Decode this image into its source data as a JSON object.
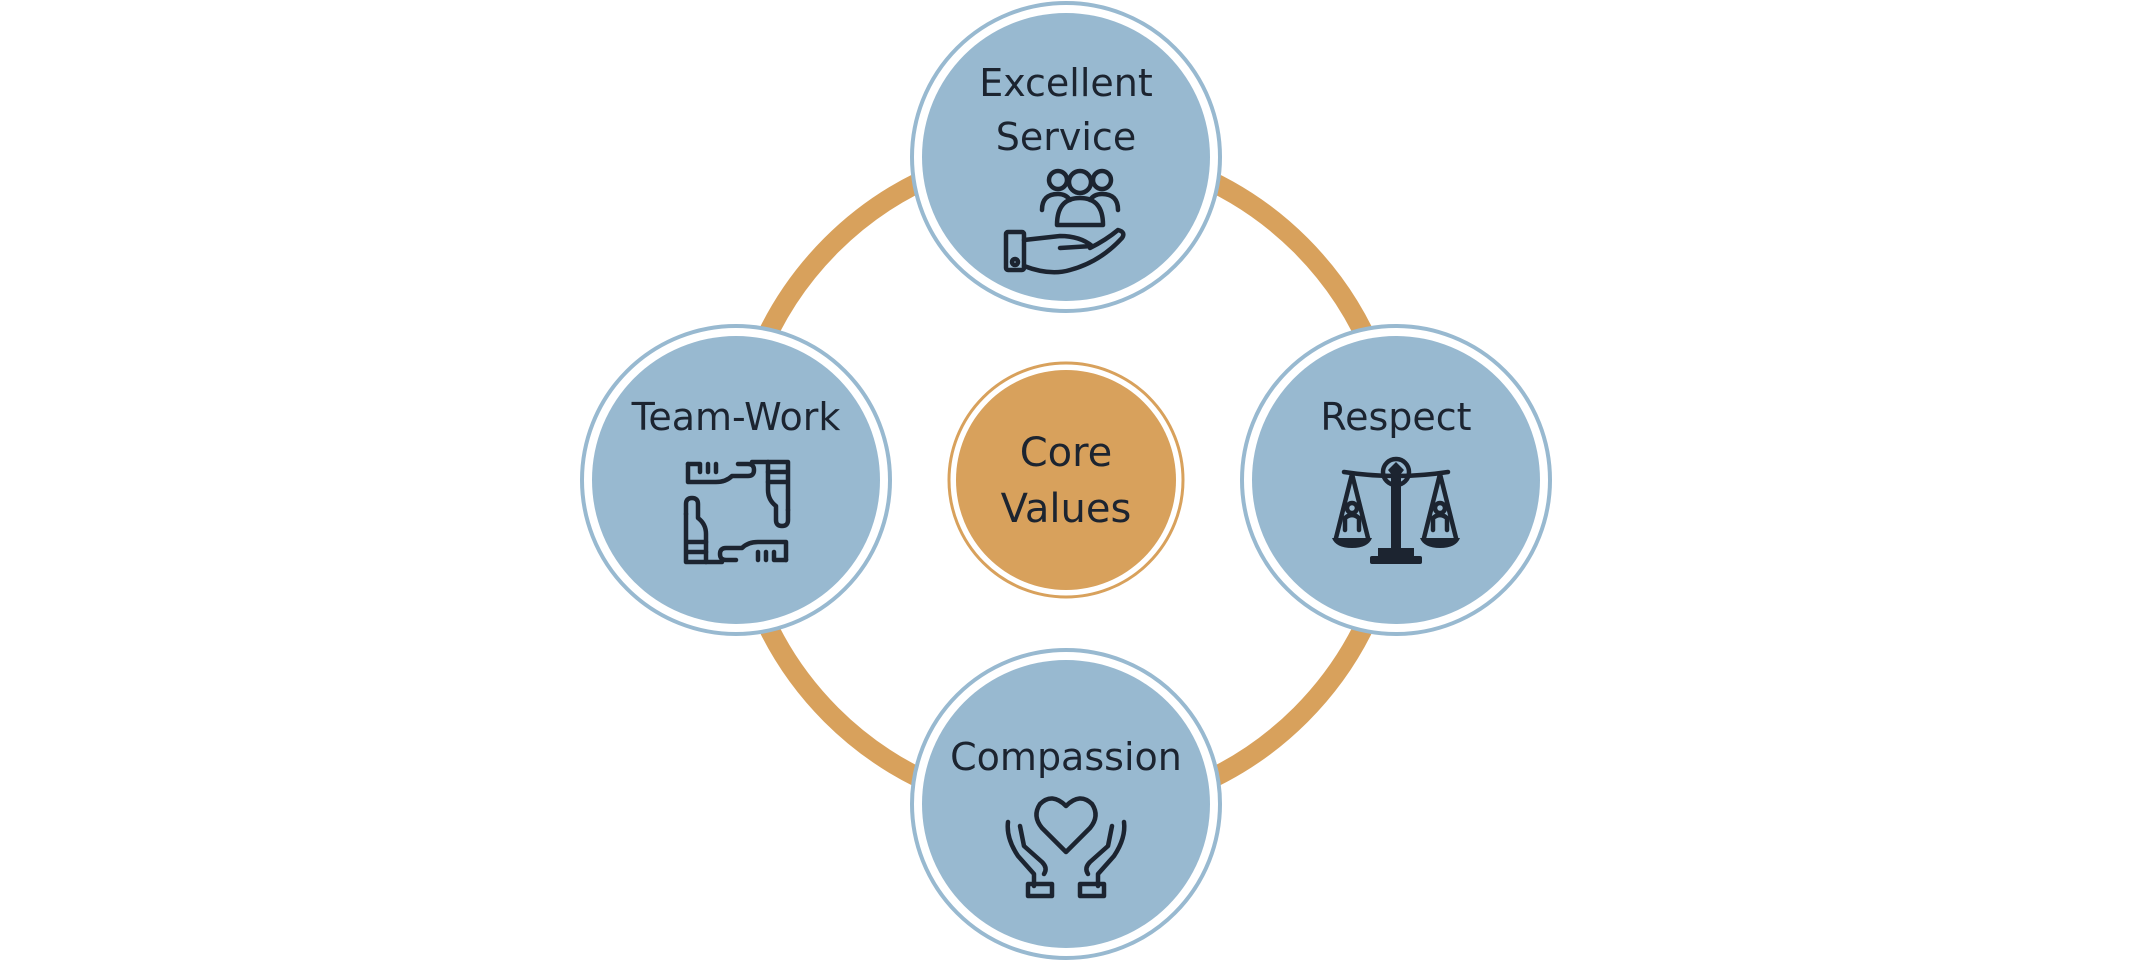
{
  "center": {
    "line1": "Core",
    "line2": "Values"
  },
  "values": {
    "top": {
      "line1": "Excellent",
      "line2": "Service",
      "icon": "hand-holding-people-icon"
    },
    "left": {
      "label": "Team-Work",
      "icon": "teamwork-hands-icon"
    },
    "right": {
      "label": "Respect",
      "icon": "balance-scale-icon"
    },
    "bottom": {
      "label": "Compassion",
      "icon": "heart-in-hands-icon"
    }
  },
  "colors": {
    "ring": "#d8a15c",
    "value_circle_fill": "#98b9d0",
    "value_circle_outline": "#98b9d0",
    "center_fill": "#d8a15c",
    "text": "#1c2430"
  }
}
